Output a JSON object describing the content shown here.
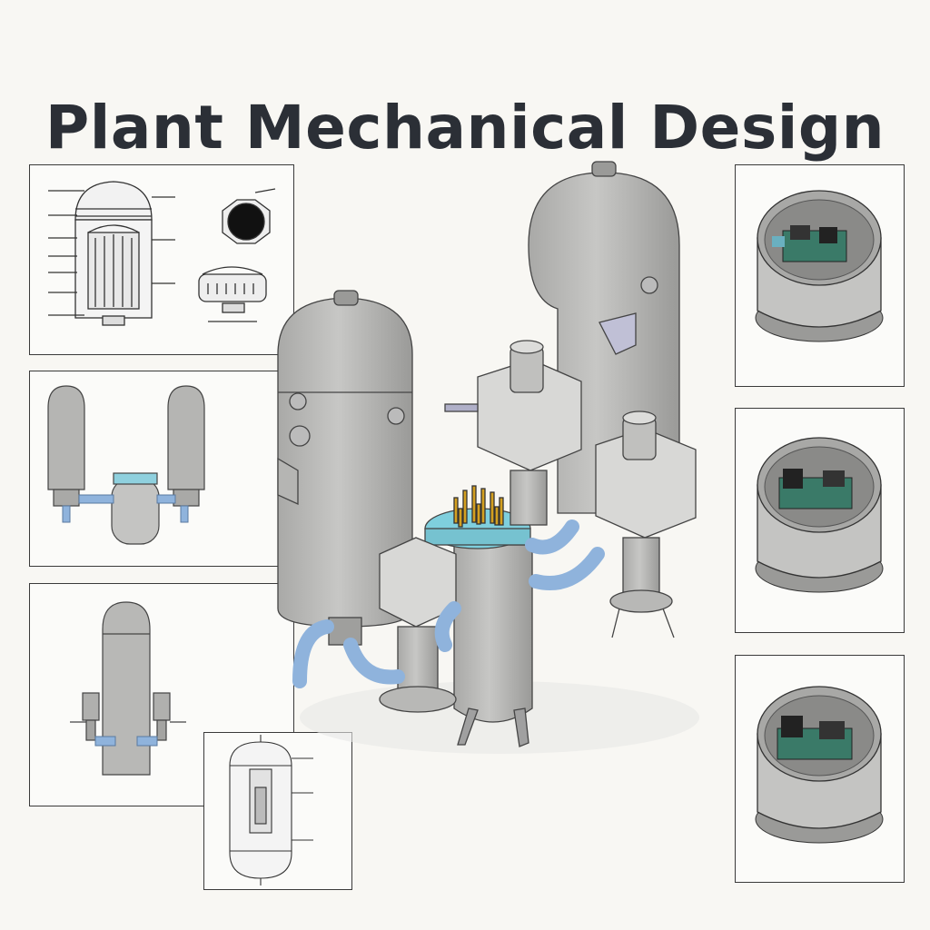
{
  "title": "Plant Mechanical Design",
  "colors": {
    "steel": "#b8b8b6",
    "steel_dark": "#8f8f8d",
    "pipe_blue": "#8fb3dc",
    "flange_cyan": "#7fcfdd",
    "background": "#f8f7f3",
    "outline": "#3a3a3a"
  },
  "panels": {
    "left": [
      {
        "name": "vessel-section-drawing"
      },
      {
        "name": "twin-vessel-piping-drawing"
      },
      {
        "name": "tall-vessel-elevation-drawing"
      },
      {
        "name": "vessel-cross-section-drawing"
      }
    ],
    "right": [
      {
        "name": "internals-view-1"
      },
      {
        "name": "internals-view-2"
      },
      {
        "name": "internals-view-3"
      }
    ]
  },
  "icons": [
    "pressure-vessel-icon",
    "heat-exchanger-icon",
    "pump-housing-icon",
    "pipe-icon",
    "circuit-board-icon"
  ]
}
